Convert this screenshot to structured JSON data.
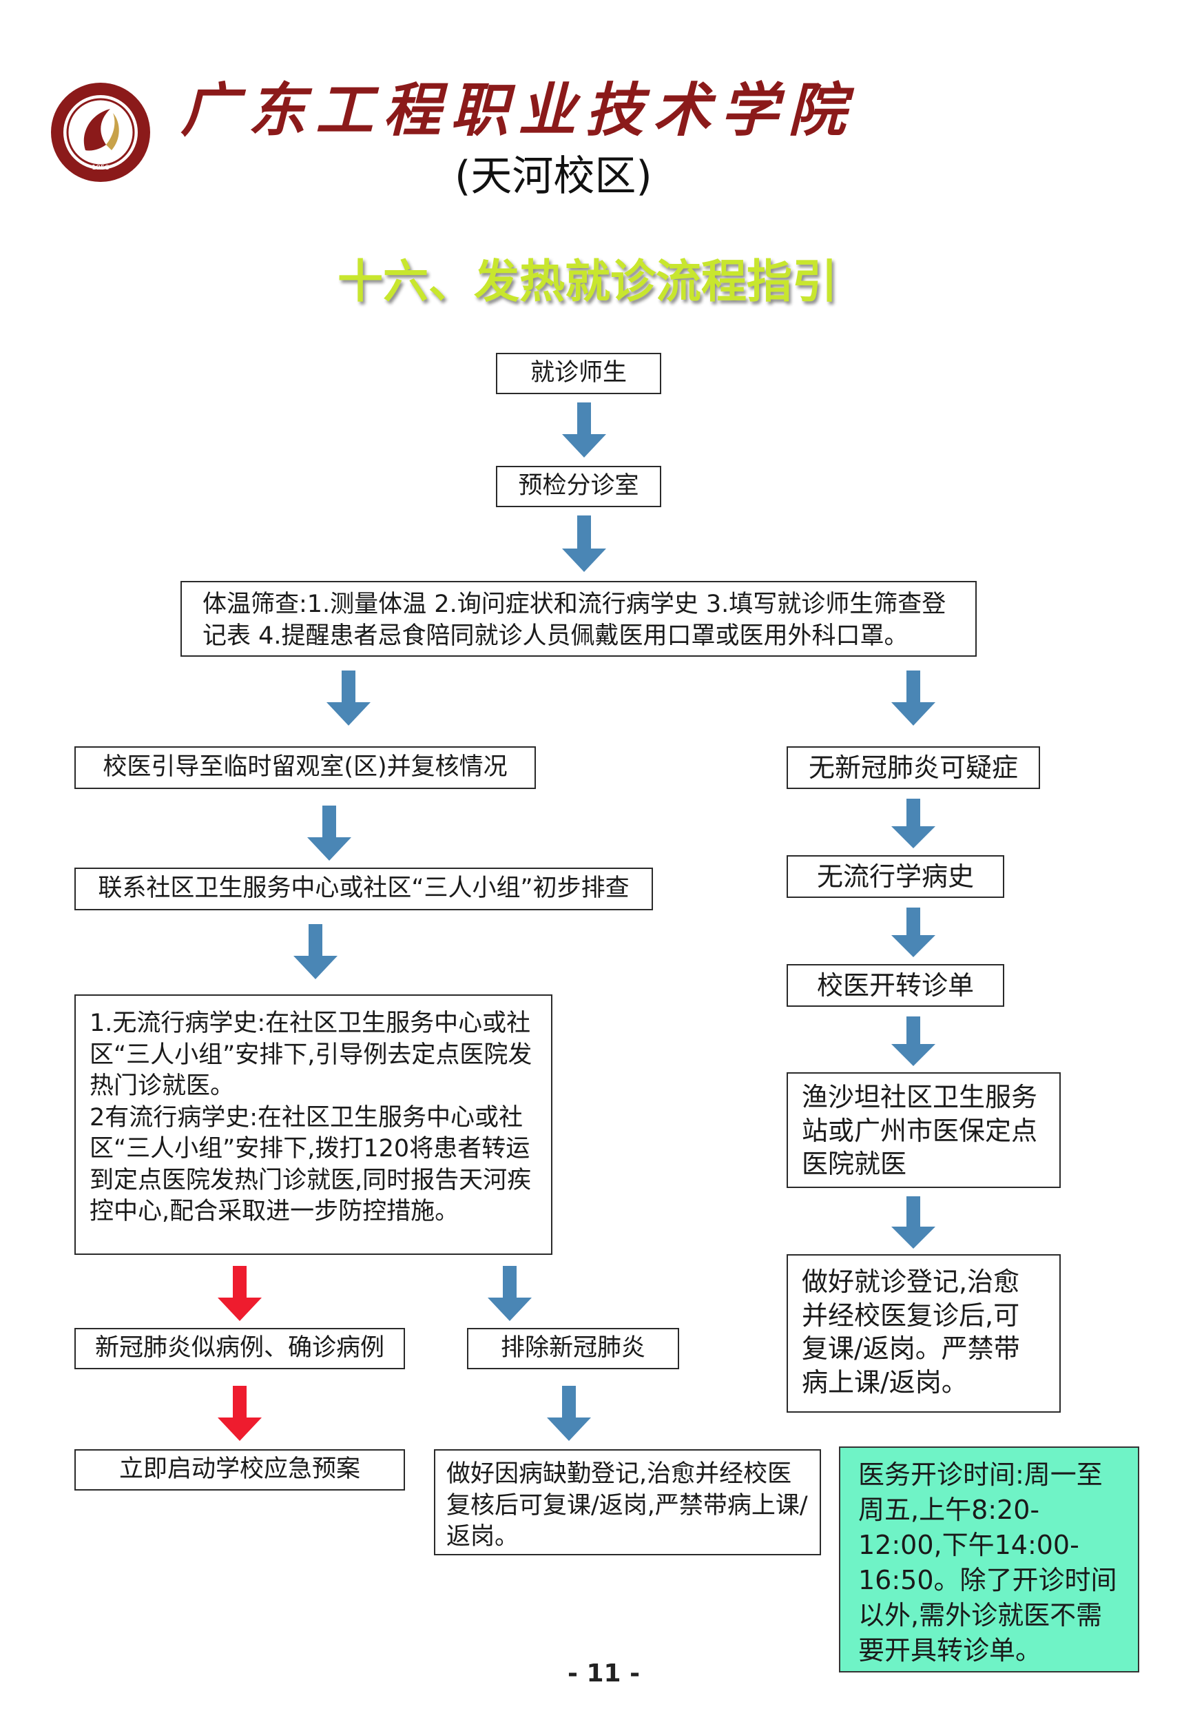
{
  "header": {
    "school_name": "广东工程职业技术学院",
    "campus": "(天河校区)",
    "logo_year": "1958"
  },
  "title": "十六、发热就诊流程指引",
  "flow": {
    "start": "就诊师生",
    "precheck": "预检分诊室",
    "screening": "体温筛查:1.测量体温 2.询问症状和流行病学史 3.填写就诊师生筛查登记表 4.提醒患者忌食陪同就诊人员佩戴医用口罩或医用外科口罩。",
    "left": {
      "observe": "校医引导至临时留观室(区)并复核情况",
      "contact": "联系社区卫生服务中心或社区“三人小组”初步排查",
      "details": "1.无流行病学史:在社区卫生服务中心或社区“三人小组”安排下,引导例去定点医院发热门诊就医。\n2有流行病学史:在社区卫生服务中心或社区“三人小组”安排下,拨打120将患者转运到定点医院发热门诊就医,同时报告天河疾控中心,配合采取进一步防控措施。",
      "suspected": "新冠肺炎似病例、确诊病例",
      "emergency": "立即启动学校应急预案",
      "excluded": "排除新冠肺炎",
      "excluded_action": "做好因病缺勤登记,治愈并经校医复核后可复课/返岗,严禁带病上课/返岗。"
    },
    "right": {
      "no_suspect": "无新冠肺炎可疑症",
      "no_history": "无流行学病史",
      "referral": "校医开转诊单",
      "hospital": "渔沙坦社区卫生服务站或广州市医保定点医院就医",
      "register": "做好就诊登记,治愈并经校医复诊后,可复课/返岗。严禁带病上课/返岗。"
    },
    "hours_note": "医务开诊时间:周一至周五,上午8:20-12:00,下午14:00-16:50。除了开诊时间以外,需外诊就医不需要开具转诊单。"
  },
  "colors": {
    "arrow_blue": "#4a86b5",
    "arrow_red": "#ee1c2e",
    "title_green": "#c8e62e",
    "note_bg": "#6ff3c6",
    "school_red": "#8b1a1a"
  },
  "page_number": "- 11 -"
}
